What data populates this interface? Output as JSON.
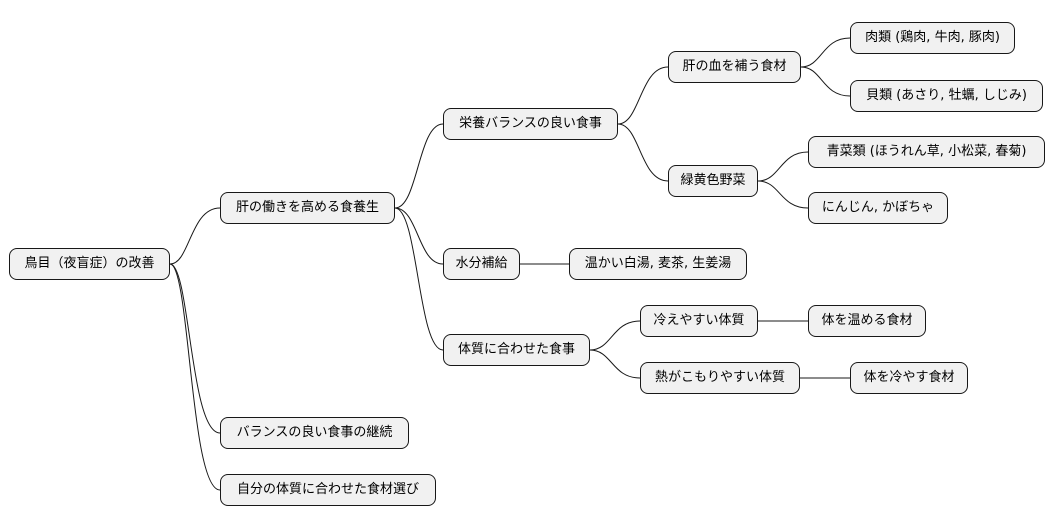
{
  "mindmap": {
    "root": {
      "label": "鳥目（夜盲症）の改善"
    },
    "branch_liver": {
      "label": "肝の働きを高める食養生"
    },
    "balanced_meal": {
      "label": "栄養バランスの良い食事"
    },
    "blood_food": {
      "label": "肝の血を補う食材"
    },
    "meat": {
      "label": "肉類 (鶏肉, 牛肉, 豚肉)"
    },
    "shellfish": {
      "label": "貝類 (あさり, 牡蠣, しじみ)"
    },
    "green_yellow_veg": {
      "label": "緑黄色野菜"
    },
    "leafy": {
      "label": "青菜類 (ほうれん草, 小松菜, 春菊)"
    },
    "carrot": {
      "label": "にんじん, かぼちゃ"
    },
    "hydration": {
      "label": "水分補給"
    },
    "drinks": {
      "label": "温かい白湯, 麦茶, 生姜湯"
    },
    "constitution": {
      "label": "体質に合わせた食事"
    },
    "cold_type": {
      "label": "冷えやすい体質"
    },
    "warm_food": {
      "label": "体を温める食材"
    },
    "hot_type": {
      "label": "熱がこもりやすい体質"
    },
    "cool_food": {
      "label": "体を冷やす食材"
    },
    "continue_balanced": {
      "label": "バランスの良い食事の継続"
    },
    "choose_by_constitution": {
      "label": "自分の体質に合わせた食材選び"
    }
  }
}
